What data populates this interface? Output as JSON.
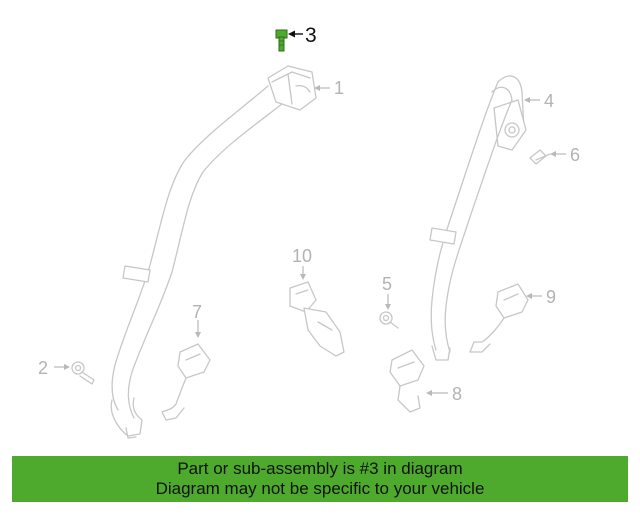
{
  "diagram": {
    "highlight_color": "#4daa2d",
    "callouts": [
      {
        "id": "1",
        "label": "1"
      },
      {
        "id": "2",
        "label": "2"
      },
      {
        "id": "3",
        "label": "3",
        "highlighted": true
      },
      {
        "id": "4",
        "label": "4"
      },
      {
        "id": "5",
        "label": "5"
      },
      {
        "id": "6",
        "label": "6"
      },
      {
        "id": "7",
        "label": "7"
      },
      {
        "id": "8",
        "label": "8"
      },
      {
        "id": "9",
        "label": "9"
      },
      {
        "id": "10",
        "label": "10"
      }
    ]
  },
  "banner": {
    "line1": "Part or sub-assembly is #3 in diagram",
    "line2": "Diagram may not be specific to your vehicle",
    "background": "#4daa2d"
  }
}
